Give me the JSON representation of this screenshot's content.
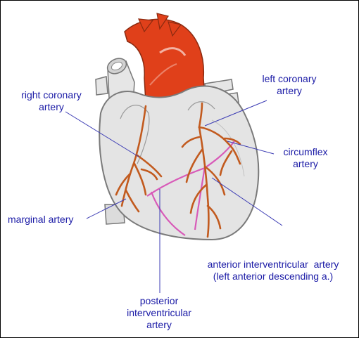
{
  "labels": {
    "right_coronary_artery": [
      "right coronary",
      "artery"
    ],
    "left_coronary_artery": [
      "left coronary",
      "artery"
    ],
    "circumflex_artery": [
      "circumflex",
      "artery"
    ],
    "marginal_artery": [
      "marginal artery"
    ],
    "anterior_interventricular_artery": [
      "anterior interventricular  artery",
      "(left anterior descending a.)"
    ],
    "posterior_interventricular_artery": [
      "posterior",
      "interventricular",
      "artery"
    ]
  },
  "colors": {
    "label_text": "#1a1aa6",
    "leader_line": "#3c3cb4",
    "heart_body": "#e4e4e4",
    "heart_outline": "#7a7a7a",
    "aorta": "#e0401a",
    "coronary_arteries": "#c25a1e",
    "veins": "#d85ab8"
  }
}
